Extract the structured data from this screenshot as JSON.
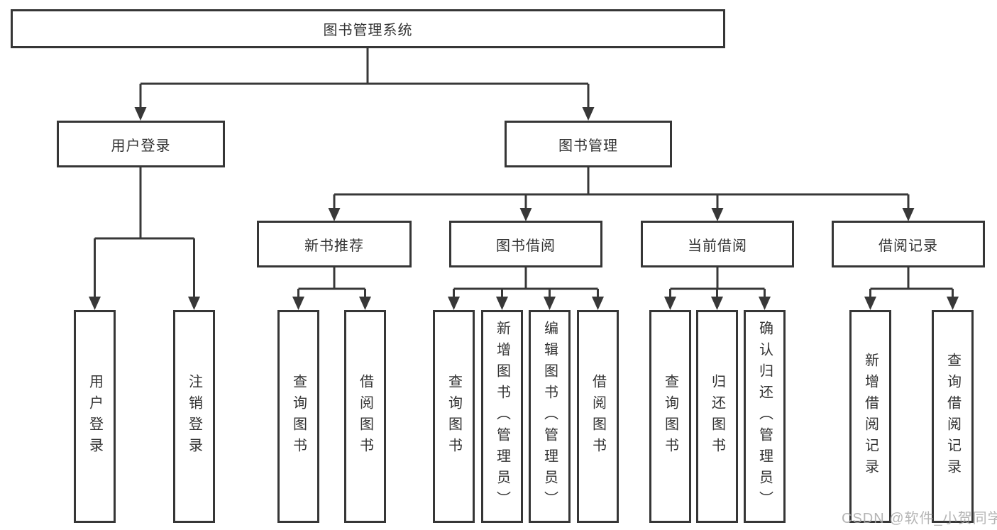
{
  "tree": {
    "root": {
      "label": "图书管理系统"
    },
    "branches": [
      {
        "label": "用户登录",
        "children": [
          {
            "label": "用户登录"
          },
          {
            "label": "注销登录"
          }
        ]
      },
      {
        "label": "图书管理",
        "children": [
          {
            "label": "新书推荐",
            "children": [
              {
                "label": "查询图书"
              },
              {
                "label": "借阅图书"
              }
            ]
          },
          {
            "label": "图书借阅",
            "children": [
              {
                "label": "查询图书"
              },
              {
                "label": "新增图书（管理员）"
              },
              {
                "label": "编辑图书（管理员）"
              },
              {
                "label": "借阅图书"
              }
            ]
          },
          {
            "label": "当前借阅",
            "children": [
              {
                "label": "查询图书"
              },
              {
                "label": "归还图书"
              },
              {
                "label": "确认归还（管理员）"
              }
            ]
          },
          {
            "label": "借阅记录",
            "children": [
              {
                "label": "新增借阅记录"
              },
              {
                "label": "查询借阅记录"
              }
            ]
          }
        ]
      }
    ]
  },
  "watermark": {
    "text": "CSDN @软件_小贺同学"
  },
  "colors": {
    "line": "#383838",
    "box_border": "#363636",
    "box_background": "#ffffff",
    "text": "#333333",
    "watermark": "#a8a8a8"
  }
}
